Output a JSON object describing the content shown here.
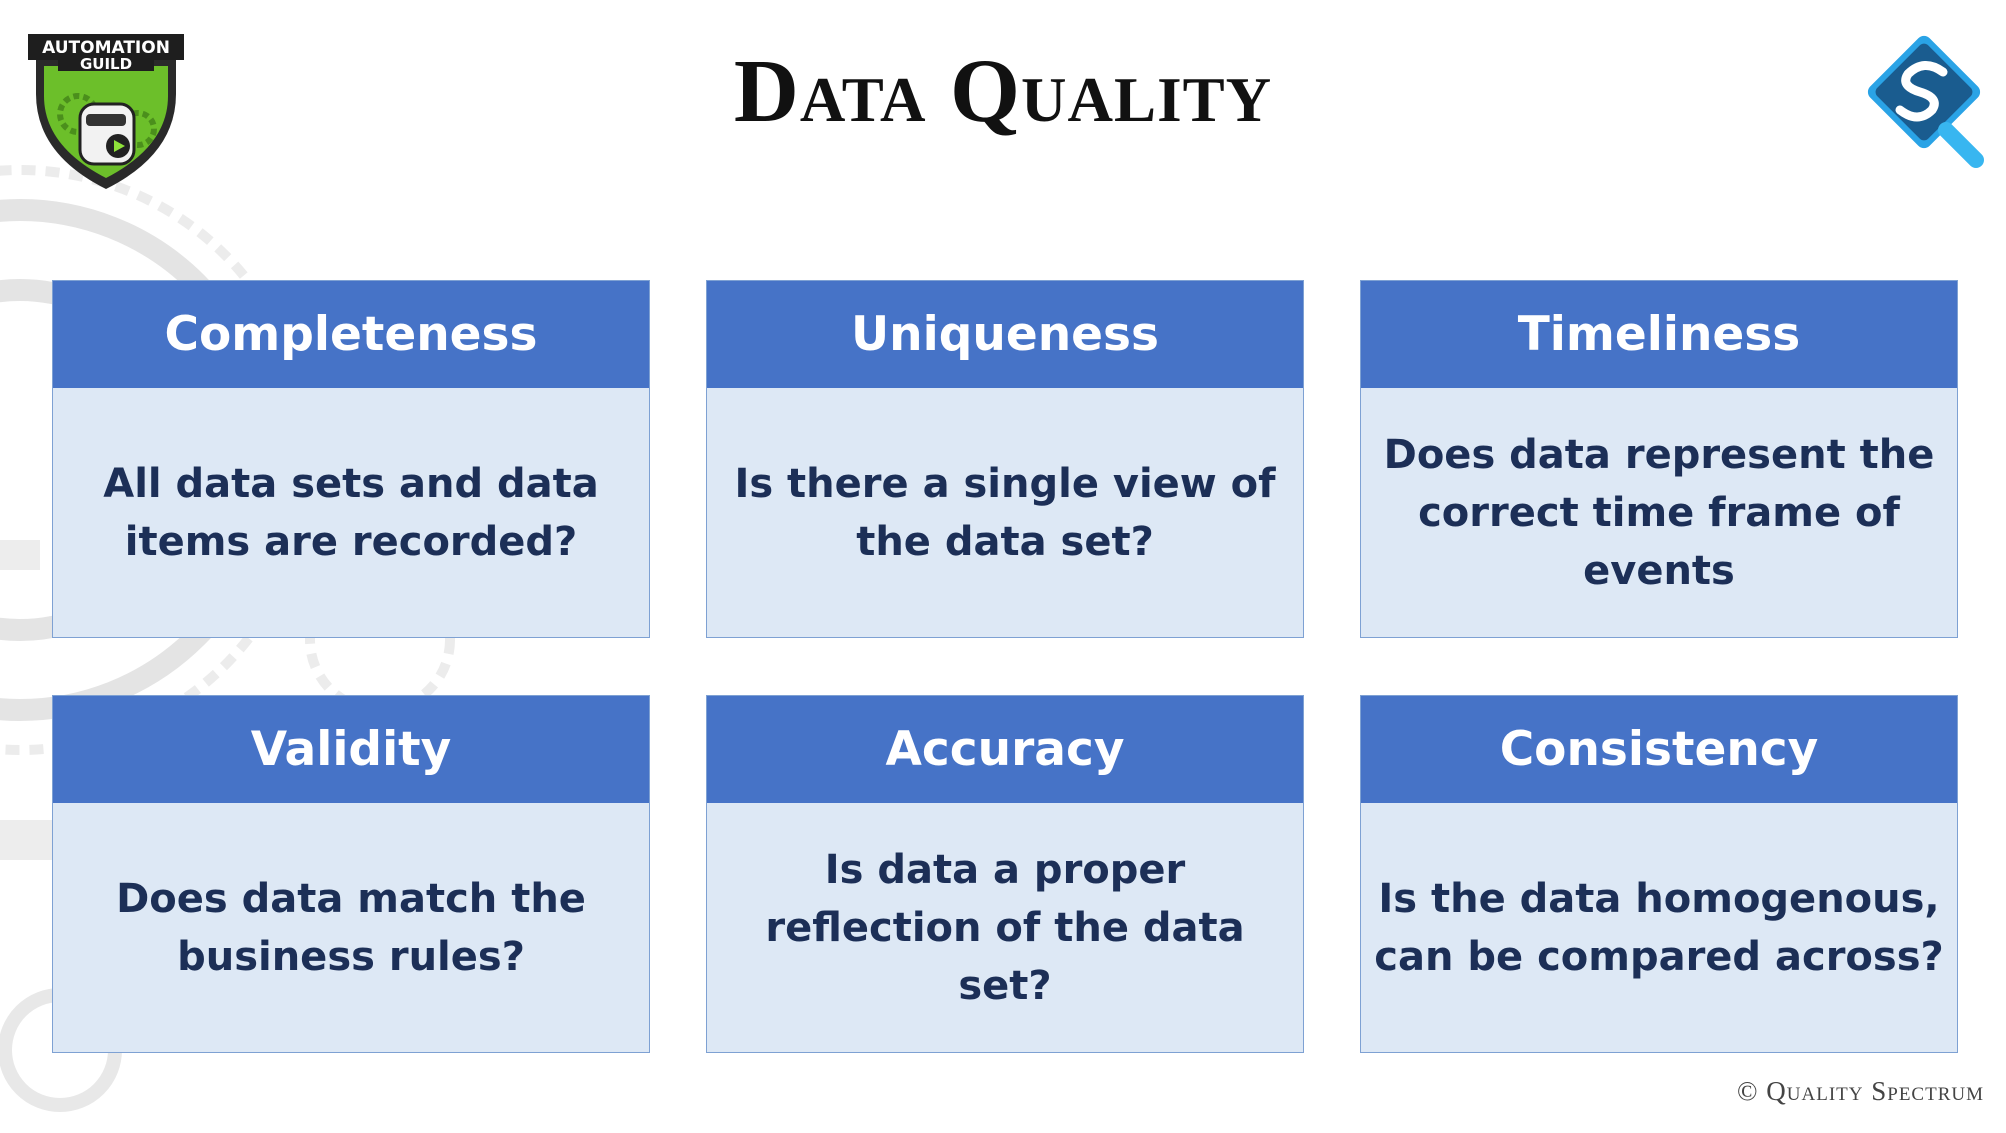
{
  "title": "Data Quality",
  "logos": {
    "left_text_line1": "AUTOMATION",
    "left_text_line2": "GUILD",
    "right_icon": "quality-spectrum-logo"
  },
  "cards": [
    {
      "heading": "Completeness",
      "text": "All data sets and data items are recorded?"
    },
    {
      "heading": "Uniqueness",
      "text": "Is there a single view of the data set?"
    },
    {
      "heading": "Timeliness",
      "text": "Does data represent the correct time frame of events"
    },
    {
      "heading": "Validity",
      "text": "Does data match the business rules?"
    },
    {
      "heading": "Accuracy",
      "text": "Is data a proper reflection of the data set?"
    },
    {
      "heading": "Consistency",
      "text": "Is the data homogenous, can be compared across?"
    }
  ],
  "footer": {
    "copyright": "© Quality Spectrum"
  },
  "colors": {
    "header": "#4673c7",
    "card_body": "#dde8f5",
    "body_text": "#1c2f57"
  }
}
